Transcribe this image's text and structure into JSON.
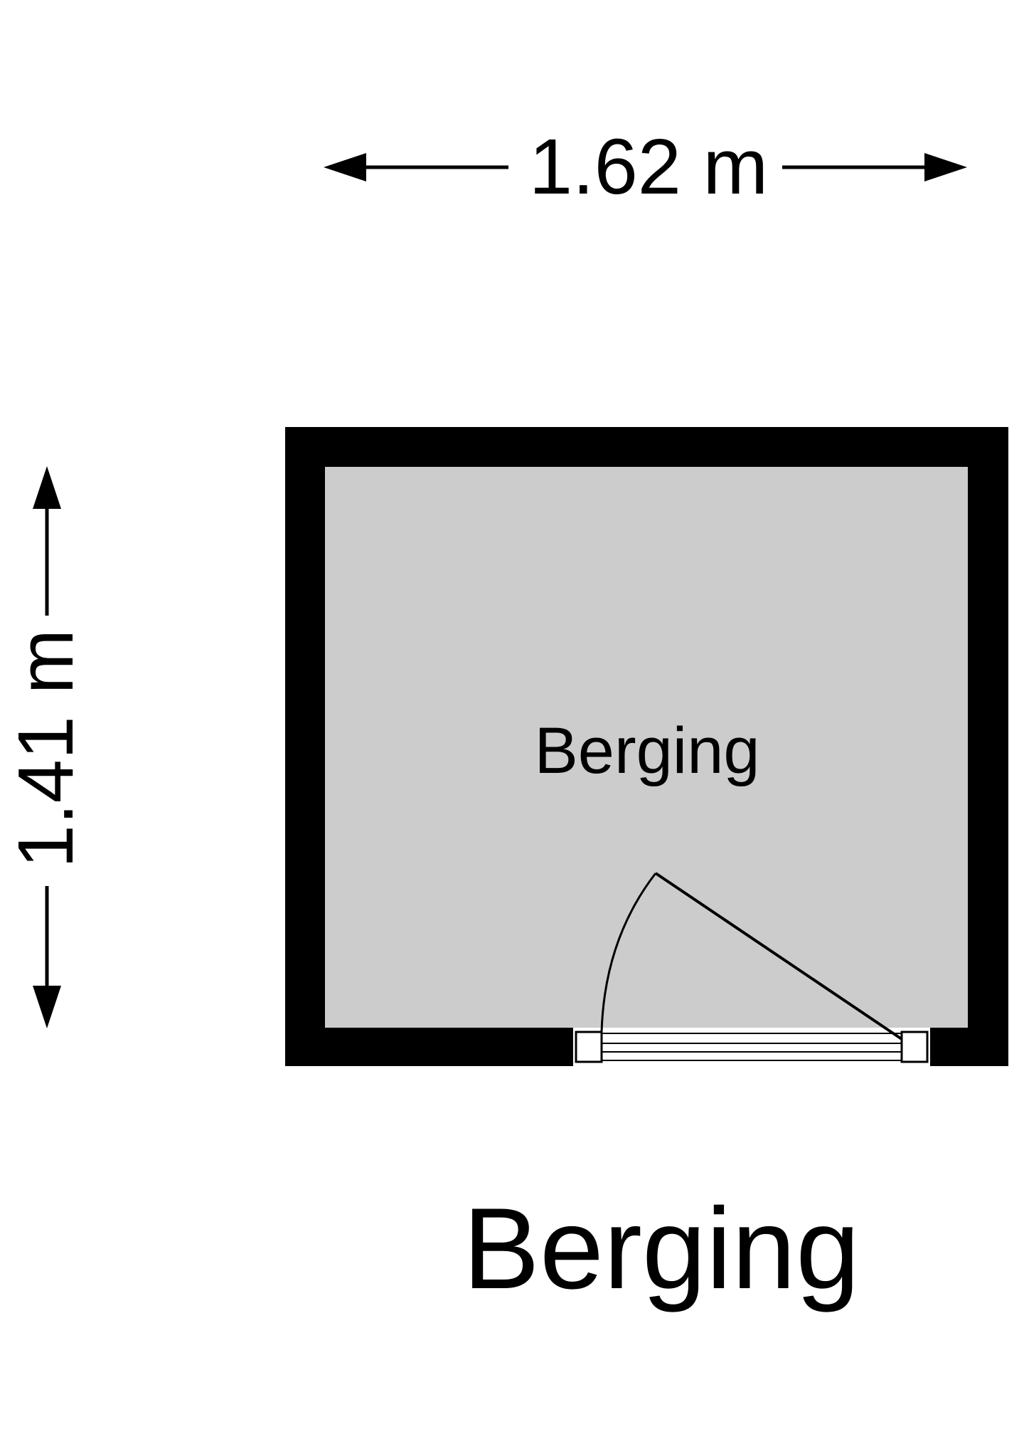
{
  "dimensions": {
    "width_label": "1.62 m",
    "height_label": "1.41 m"
  },
  "room": {
    "label": "Berging"
  },
  "plan_title": "Berging",
  "colors": {
    "wall": "#000000",
    "floor": "#cccccc",
    "background": "#ffffff"
  }
}
